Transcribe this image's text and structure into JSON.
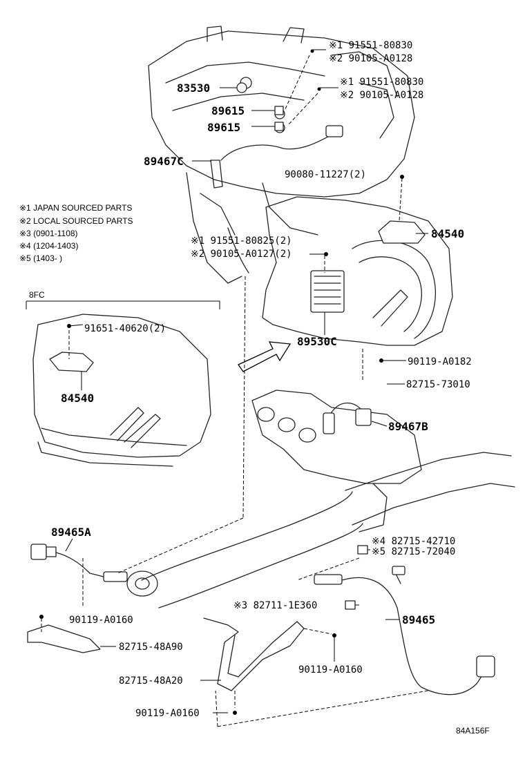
{
  "notes": [
    "※1 JAPAN SOURCED PARTS",
    "※2 LOCAL SOURCED PARTS",
    "※3 (0901-1108)",
    "※4 (1204-1403)",
    "※5 (1403-        )"
  ],
  "inset": {
    "label": "8FC"
  },
  "parts": {
    "p1a": "※1 91551-80830",
    "p1b": "※2 90105-A0128",
    "p2a": "※1 91551-80830",
    "p2b": "※2 90105-A0128",
    "p83530": "83530",
    "p89615a": "89615",
    "p89615b": "89615",
    "p89467C": "89467C",
    "p90080": "90080-11227(2)",
    "p84540": "84540",
    "p3a": "※1 91551-80825(2)",
    "p3b": "※2 90105-A0127(2)",
    "p89530C": "89530C",
    "p91651": "91651-40620(2)",
    "p84540b": "84540",
    "p90119a": "90119-A0182",
    "p82715_73010": "82715-73010",
    "p89467B": "89467B",
    "p89465A": "89465A",
    "p4": "※4 82715-42710",
    "p5": "※5 82715-72040",
    "p90119b": "90119-A0160",
    "p82711": "※3 82711-1E360",
    "p89465": "89465",
    "p82715_48A90": "82715-48A90",
    "p90119c": "90119-A0160",
    "p82715_48A20": "82715-48A20",
    "p90119d": "90119-A0160"
  },
  "figure_id": "84A156F"
}
